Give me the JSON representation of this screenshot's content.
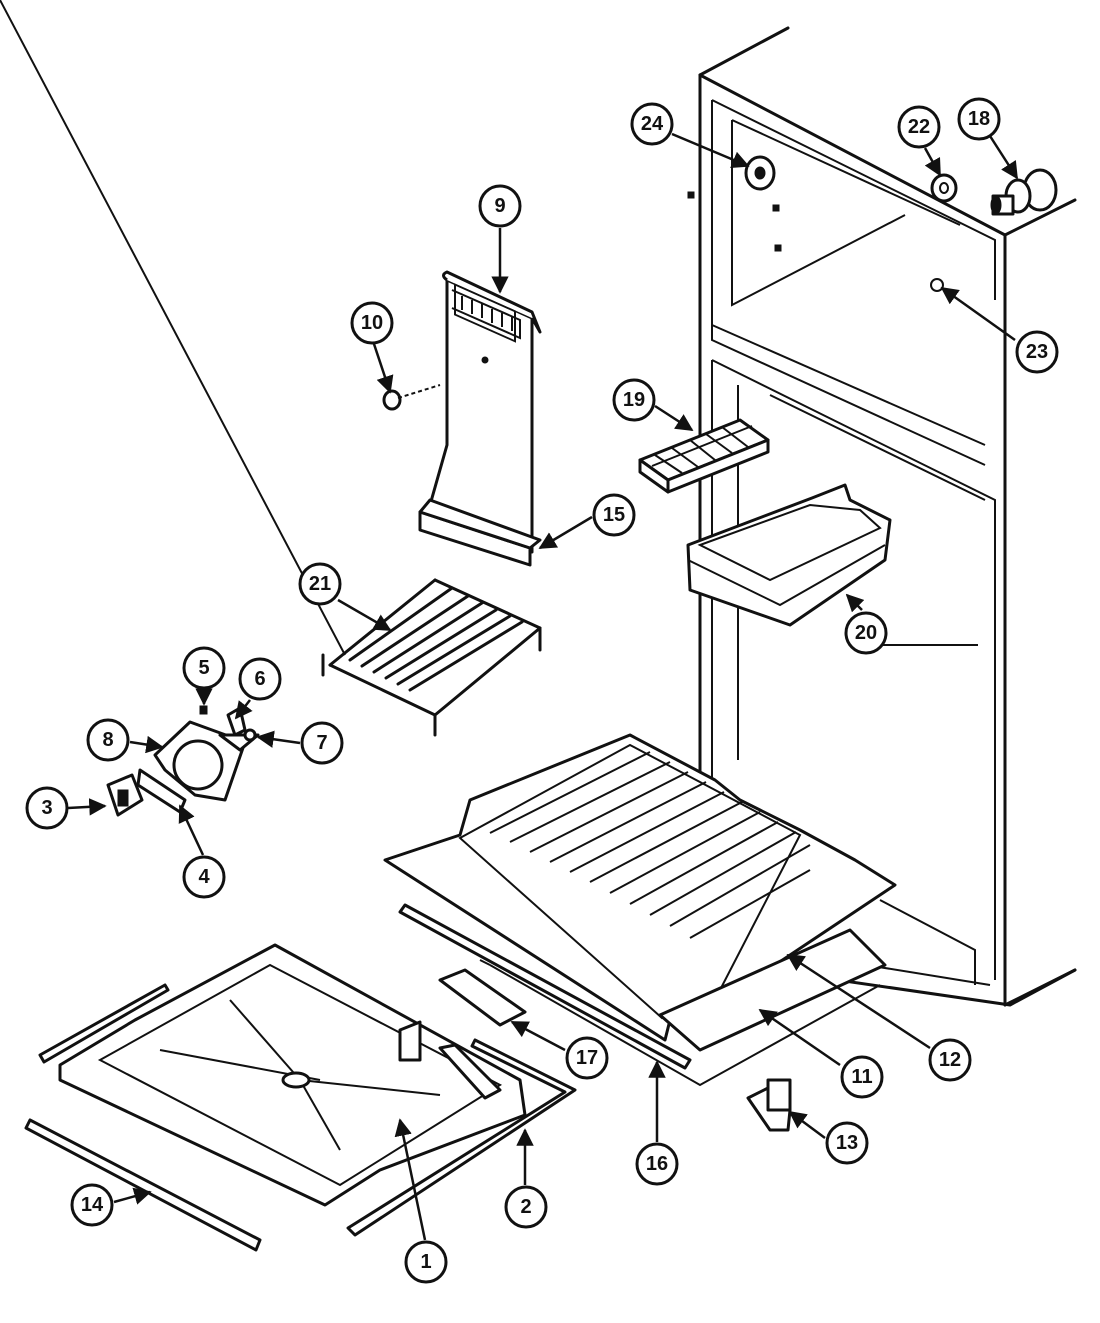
{
  "callouts": [
    {
      "id": "c1",
      "label": "1"
    },
    {
      "id": "c2",
      "label": "2"
    },
    {
      "id": "c3",
      "label": "3"
    },
    {
      "id": "c4",
      "label": "4"
    },
    {
      "id": "c5",
      "label": "5"
    },
    {
      "id": "c6",
      "label": "6"
    },
    {
      "id": "c7",
      "label": "7"
    },
    {
      "id": "c8",
      "label": "8"
    },
    {
      "id": "c9",
      "label": "9"
    },
    {
      "id": "c10",
      "label": "10"
    },
    {
      "id": "c11",
      "label": "11"
    },
    {
      "id": "c12",
      "label": "12"
    },
    {
      "id": "c13",
      "label": "13"
    },
    {
      "id": "c14",
      "label": "14"
    },
    {
      "id": "c15",
      "label": "15"
    },
    {
      "id": "c16",
      "label": "16"
    },
    {
      "id": "c17",
      "label": "17"
    },
    {
      "id": "c18",
      "label": "18"
    },
    {
      "id": "c19",
      "label": "19"
    },
    {
      "id": "c20",
      "label": "20"
    },
    {
      "id": "c21",
      "label": "21"
    },
    {
      "id": "c22",
      "label": "22"
    },
    {
      "id": "c23",
      "label": "23"
    },
    {
      "id": "c24",
      "label": "24"
    }
  ]
}
